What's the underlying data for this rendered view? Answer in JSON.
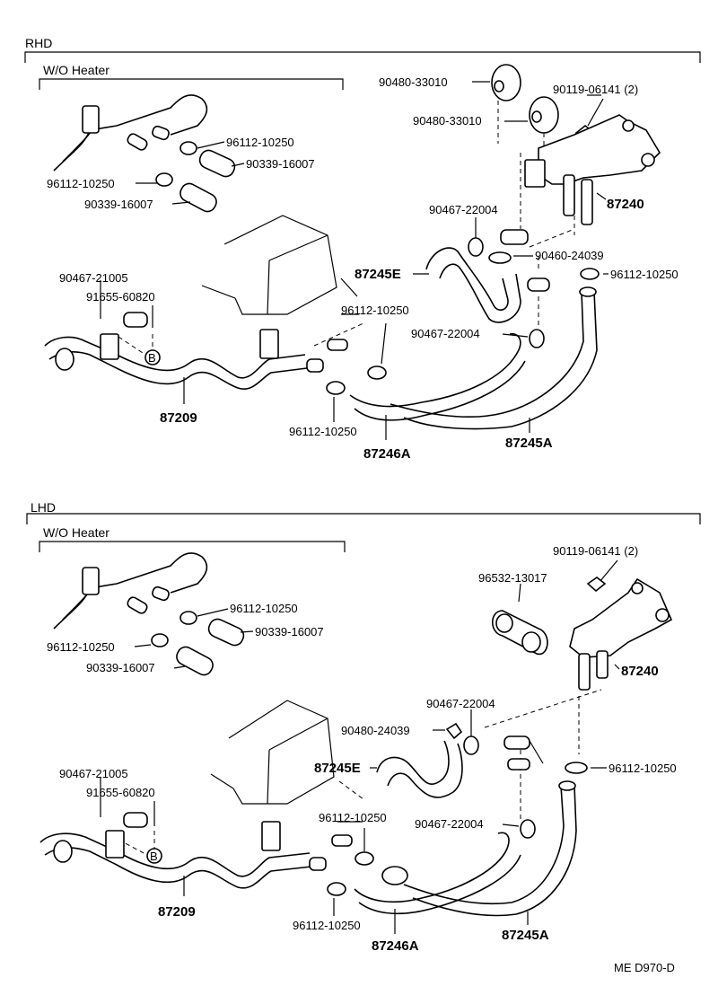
{
  "diagram": {
    "code": "ME D970-D",
    "rhd": {
      "section": "RHD",
      "subsection": "W/O Heater",
      "labels": {
        "p90480_33010_a": "90480-33010",
        "p90480_33010_b": "90480-33010",
        "p90119_06141": "90119-06141 (2)",
        "p96112_10250_wo1": "96112-10250",
        "p90339_16007_wo1": "90339-16007",
        "p96112_10250_wo2": "96112-10250",
        "p90339_16007_wo2": "90339-16007",
        "p90467_22004_a": "90467-22004",
        "p87240": "87240",
        "p90460_24039": "90460-24039",
        "p87245E": "87245E",
        "p96112_10250_r": "96112-10250",
        "p90467_21005": "90467-21005",
        "p91655_60820": "91655-60820",
        "p96112_10250_m": "96112-10250",
        "p90467_22004_b": "90467-22004",
        "p87209": "87209",
        "p96112_10250_b": "96112-10250",
        "p87246A": "87246A",
        "p87245A": "87245A",
        "b_mark": "B"
      }
    },
    "lhd": {
      "section": "LHD",
      "subsection": "W/O Heater",
      "labels": {
        "p90119_06141": "90119-06141 (2)",
        "p96532_13017": "96532-13017",
        "p96112_10250_wo1": "96112-10250",
        "p90339_16007_wo1": "90339-16007",
        "p96112_10250_wo2": "96112-10250",
        "p90339_16007_wo2": "90339-16007",
        "p87240": "87240",
        "p90467_22004_a": "90467-22004",
        "p90480_24039": "90480-24039",
        "p87245E": "87245E",
        "p96112_10250_r": "96112-10250",
        "p90467_21005": "90467-21005",
        "p91655_60820": "91655-60820",
        "p96112_10250_m": "96112-10250",
        "p90467_22004_b": "90467-22004",
        "p87209": "87209",
        "p96112_10250_b": "96112-10250",
        "p87246A": "87246A",
        "p87245A": "87245A",
        "b_mark": "B"
      }
    }
  }
}
